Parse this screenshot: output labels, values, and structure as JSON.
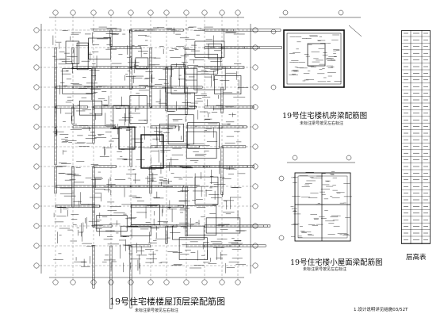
{
  "drawing": {
    "main_plan": {
      "title": "19号住宅楼楼屋顶层梁配筋图",
      "subtitle": "未标注梁号按见左右标注"
    },
    "machine_room_plan": {
      "title": "19号住宅楼机房梁配筋图",
      "subtitle": "未标注梁号按见左右标注"
    },
    "roof_plan": {
      "title": "19号住宅楼小屋面梁配筋图",
      "subtitle": "未标注梁号按见左右标注"
    },
    "table": {
      "title": "层高表"
    },
    "note": "1.设计说明详见结施03/52T"
  },
  "colors": {
    "ink": "#111111",
    "paper": "#ffffff"
  }
}
